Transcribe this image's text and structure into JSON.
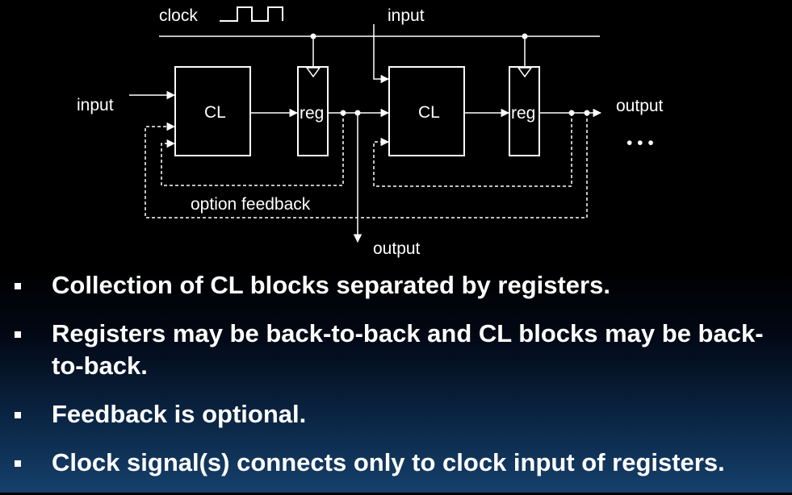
{
  "diagram": {
    "labels": {
      "clock": "clock",
      "input_top": "input",
      "input_left": "input",
      "cl_1": "CL",
      "reg_1": "reg",
      "cl_2": "CL",
      "reg_2": "reg",
      "output_right": "output",
      "ellipsis": "• • •",
      "feedback": "option feedback",
      "output_bottom": "output"
    }
  },
  "bullets": [
    "Collection of CL blocks separated by registers.",
    "Registers may be back-to-back and CL blocks may be back-to-back.",
    "Feedback is optional.",
    "Clock signal(s) connects only to clock input of registers."
  ]
}
